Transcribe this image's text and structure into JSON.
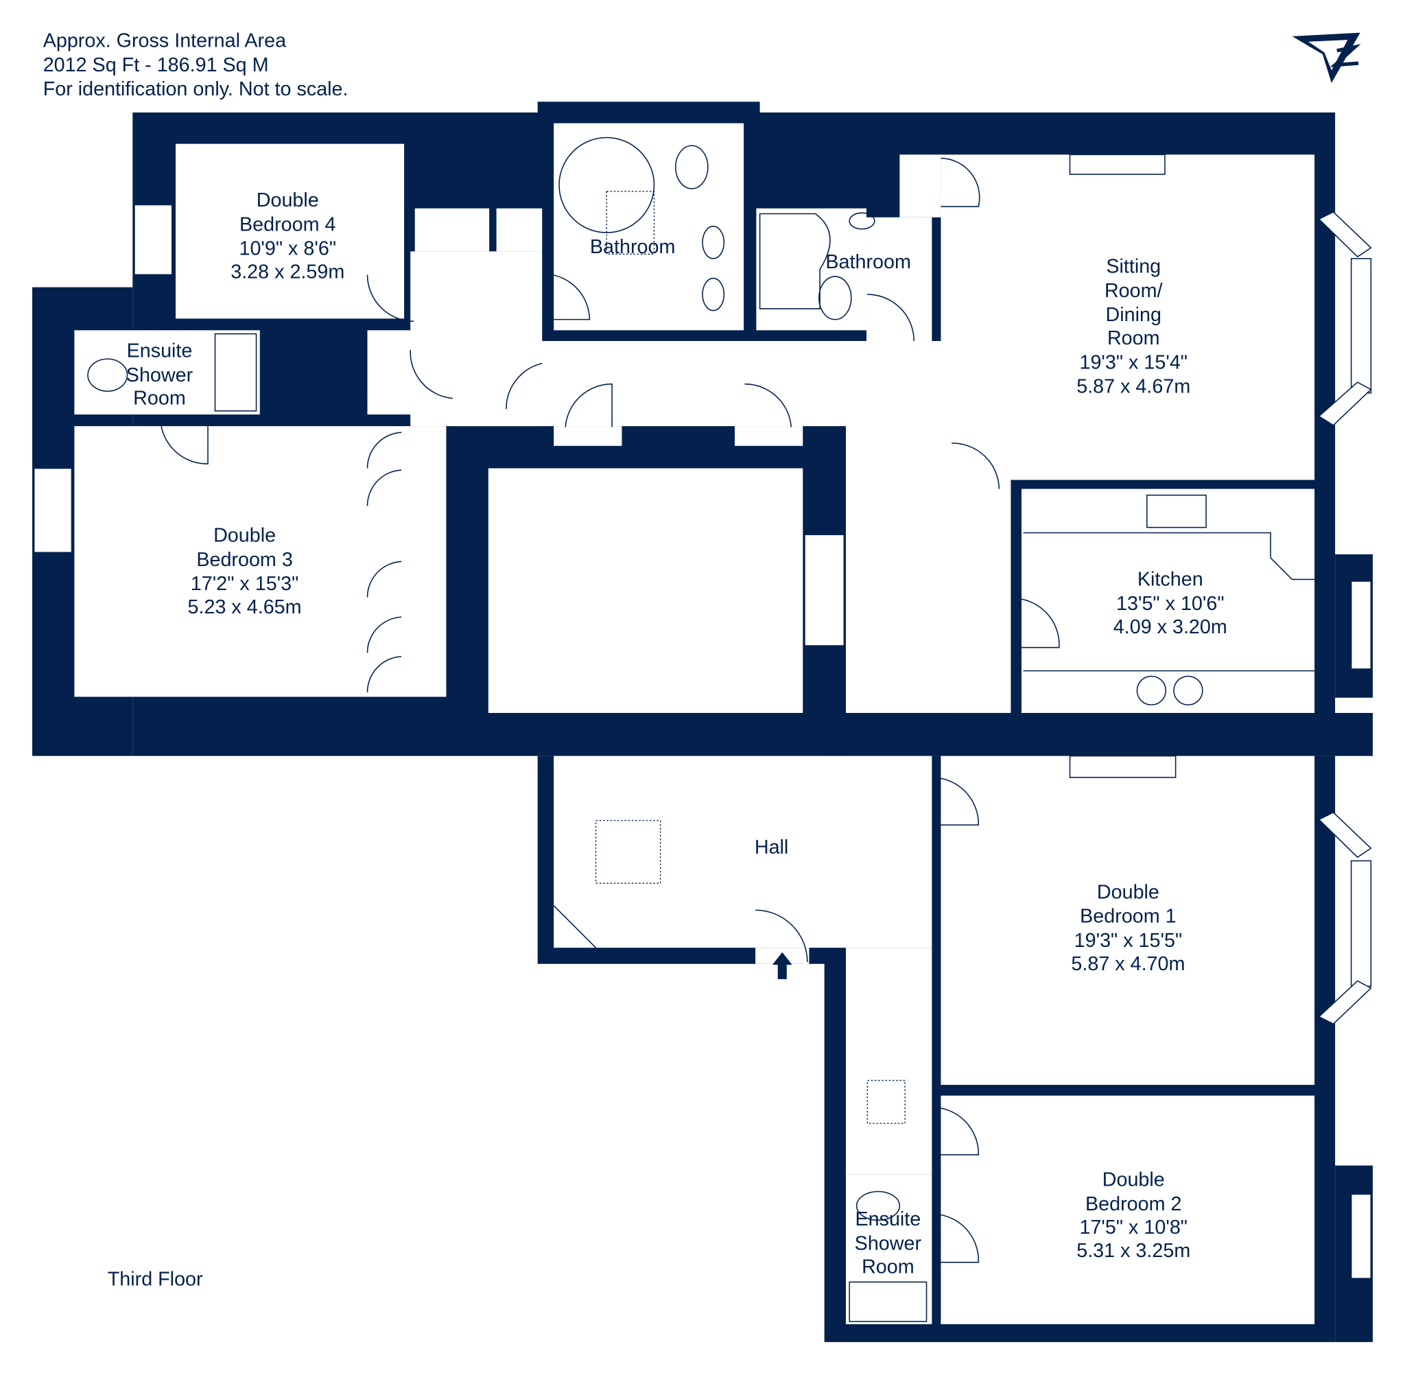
{
  "header": {
    "line1": "Approx. Gross Internal Area",
    "line2": "2012 Sq Ft  -  186.91 Sq M",
    "line3": "For identification only. Not to scale."
  },
  "floor_label": "Third Floor",
  "compass": "north-arrow",
  "colors": {
    "wall": "#03214c",
    "background": "#ffffff"
  },
  "rooms": {
    "bed4": {
      "l1": "Double",
      "l2": "Bedroom 4",
      "l3": "10'9\" x 8'6\"",
      "l4": "3.28 x 2.59m"
    },
    "ensuite_left": {
      "l1": "Ensuite",
      "l2": "Shower",
      "l3": "Room"
    },
    "bed3": {
      "l1": "Double",
      "l2": "Bedroom 3",
      "l3": "17'2\" x 15'3\"",
      "l4": "5.23 x 4.65m"
    },
    "bath1": {
      "l1": "Bathroom"
    },
    "bath2": {
      "l1": "Bathroom"
    },
    "sitting": {
      "l1": "Sitting",
      "l2": "Room/",
      "l3": "Dining",
      "l4": "Room",
      "l5": "19'3\" x 15'4\"",
      "l6": "5.87 x 4.67m"
    },
    "kitchen": {
      "l1": "Kitchen",
      "l2": "13'5\" x 10'6\"",
      "l3": "4.09 x 3.20m"
    },
    "hall": {
      "l1": "Hall"
    },
    "bed1": {
      "l1": "Double",
      "l2": "Bedroom 1",
      "l3": "19'3\" x 15'5\"",
      "l4": "5.87 x 4.70m"
    },
    "bed2": {
      "l1": "Double",
      "l2": "Bedroom 2",
      "l3": "17'5\" x 10'8\"",
      "l4": "5.31 x 3.25m"
    },
    "ensuite_right": {
      "l1": "Ensuite",
      "l2": "Shower",
      "l3": "Room"
    }
  }
}
